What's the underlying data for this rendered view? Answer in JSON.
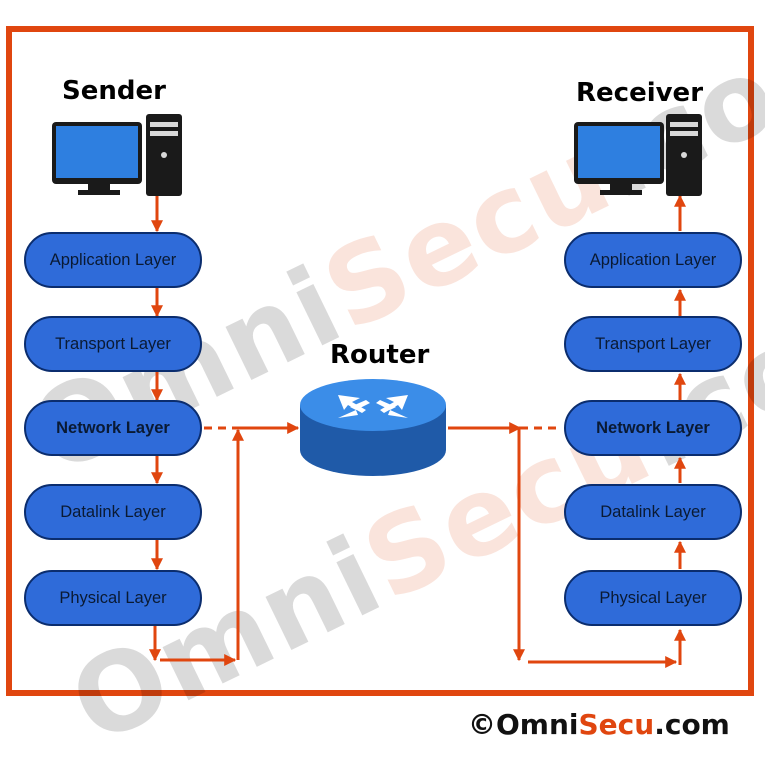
{
  "diagram": {
    "watermark": {
      "part1": "Omni",
      "part2": "Secu",
      "part3": ".com"
    },
    "sender": {
      "title": "Sender",
      "layers": [
        "Application Layer",
        "Transport Layer",
        "Network Layer",
        "Datalink Layer",
        "Physical Layer"
      ]
    },
    "receiver": {
      "title": "Receiver",
      "layers": [
        "Application Layer",
        "Transport Layer",
        "Network Layer",
        "Datalink Layer",
        "Physical Layer"
      ]
    },
    "router": {
      "title": "Router"
    },
    "colors": {
      "arrow": "#e0460f",
      "layer_fill": "#2f6bd9",
      "layer_border": "#0b2d6e",
      "frame": "#e0460f",
      "monitor": "#1a1a1a",
      "screen": "#2e7fe0"
    }
  },
  "copyright": {
    "symbol": "©",
    "part1": "Omni",
    "part2": "Secu",
    "part3": ".com"
  }
}
